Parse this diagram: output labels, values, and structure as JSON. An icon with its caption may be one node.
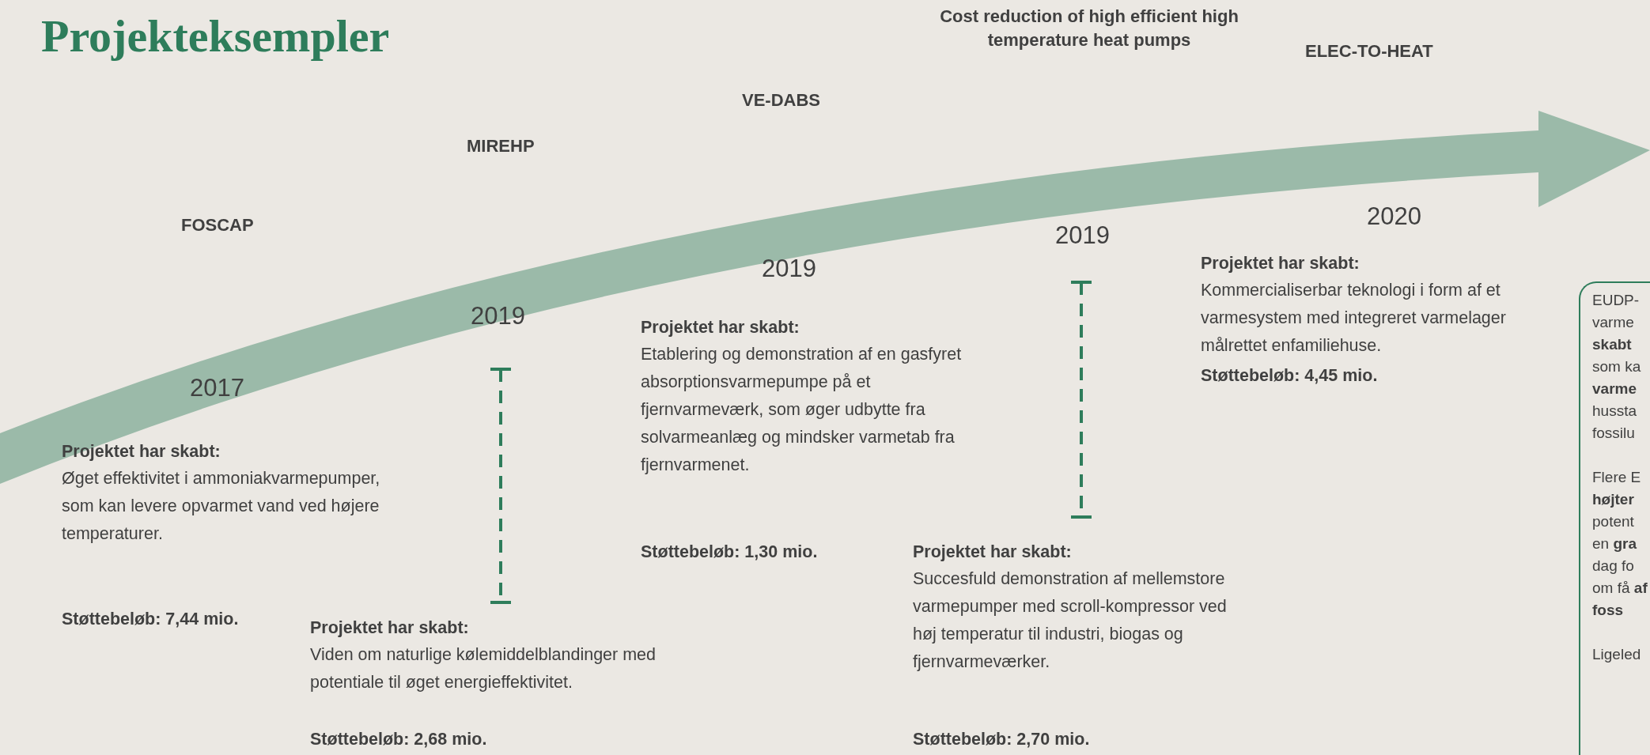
{
  "diagram": {
    "title": "Projekteksempler",
    "nodes": [
      {
        "text": [
          "EUDP- varme **skabt** som ka **varme** hussta fossilu",
          "Flere E **højter** potent en **gra** dag fo om få **af foss**",
          "Ligeled"
        ]
      }
    ],
    "edges": [],
    "labels": [
      "FOSCAP",
      "2017",
      "Projektet har skabt:",
      "Øget effektivitet i ammoniakvarmepumper, som kan levere opvarmet vand ved højere temperaturer.",
      "Støttebeløb: 7,44 mio.",
      "MIREHP",
      "2019",
      "Projektet har skabt:",
      "Viden om naturlige kølemiddelblandinger med potentiale til øget energieffektivitet.",
      "Støttebeløb: 2,68 mio.",
      "VE-DABS",
      "2019",
      "Projektet har skabt:",
      "Etablering og demonstration af en gasfyret absorptionsvarmepumpe på et fjernvarmeværk, som øger udbytte fra solvarmeanlæg og mindsker varmetab fra fjernvarmenet.",
      "Støttebeløb: 1,30 mio.",
      "Cost reduction of high efficient high temperature heat pumps",
      "2019",
      "Projektet har skabt:",
      "Succesfuld demonstration af mellemstore varmepumper med scroll-kompressor ved høj temperatur til industri, biogas og fjernvarmeværker.",
      "Støttebeløb: 2,70 mio.",
      "ELEC-TO-HEAT",
      "2020",
      "Projektet har skabt:",
      "Kommercialiserbar teknologi i form af et varmesystem med integreret varmelager målrettet enfamiliehuse.",
      "Støttebeløb: 4,45 mio."
    ]
  }
}
